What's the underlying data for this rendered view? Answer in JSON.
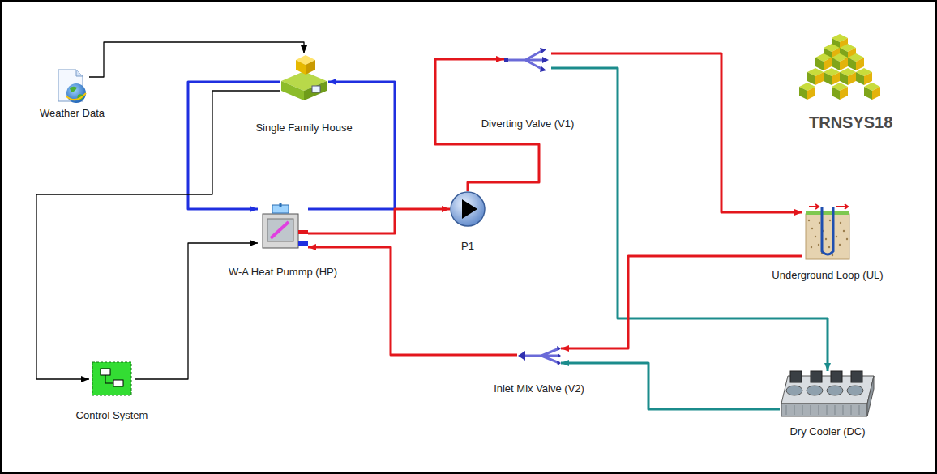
{
  "diagram": {
    "nodes": [
      {
        "text": [
          "Weather Data"
        ]
      },
      {
        "text": [
          "Single Family House"
        ]
      },
      {
        "text": [
          "Diverting Valve (V1)"
        ]
      },
      {
        "text": [
          "P1"
        ]
      },
      {
        "text": [
          "W-A Heat Pummp (HP)"
        ]
      },
      {
        "text": [
          "Underground Loop (UL)"
        ]
      },
      {
        "text": [
          "Control System"
        ]
      },
      {
        "text": [
          "Inlet Mix Valve (V2)"
        ]
      },
      {
        "text": [
          "Dry Cooler (DC)"
        ]
      }
    ],
    "edges": [
      {
        "from": 0,
        "to": 1,
        "arrow": "to"
      },
      {
        "from": 1,
        "to": 4,
        "arrow": "to"
      },
      {
        "from": 4,
        "to": 1,
        "arrow": "to"
      },
      {
        "from": 1,
        "to": 6,
        "arrow": "to"
      },
      {
        "from": 6,
        "to": 4,
        "arrow": "to"
      },
      {
        "from": 4,
        "to": 3,
        "arrow": "to"
      },
      {
        "from": 3,
        "to": 2,
        "arrow": "to"
      },
      {
        "from": 2,
        "to": 5,
        "arrow": "to"
      },
      {
        "from": 2,
        "to": 8,
        "arrow": "to"
      },
      {
        "from": 5,
        "to": 7,
        "arrow": "to"
      },
      {
        "from": 8,
        "to": 7,
        "arrow": "to"
      },
      {
        "from": 7,
        "to": 4,
        "arrow": "to"
      }
    ],
    "labels": [
      "TRNSYS18"
    ]
  }
}
